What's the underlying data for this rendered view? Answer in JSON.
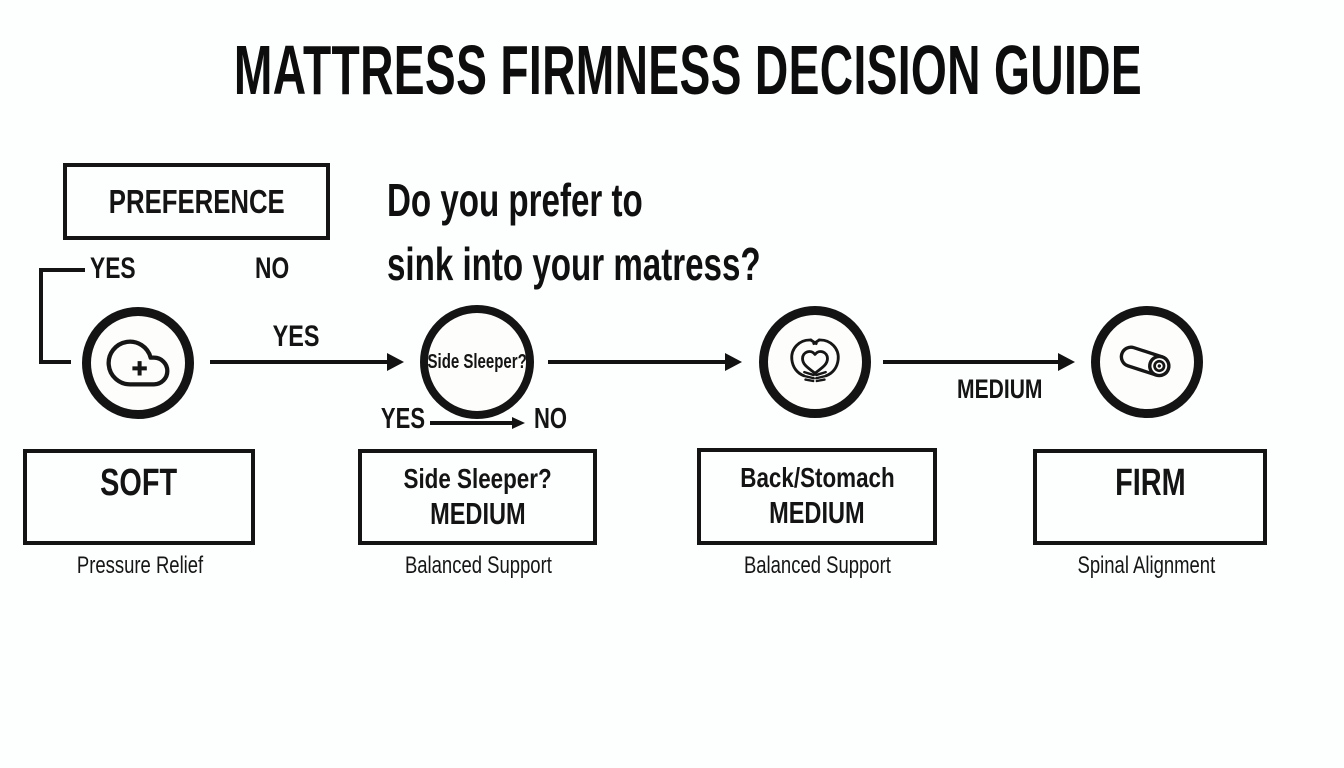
{
  "title": "MATTRESS FIRMNESS DECISION GUIDE",
  "question_line1": "Do you prefer to",
  "question_line2": "sink into your matress?",
  "preference_box": {
    "label": "PREFERENCE"
  },
  "branch_labels": {
    "yes": "YES",
    "no": "NO"
  },
  "flow": {
    "arrow1_label": "YES",
    "arrow3_label": "MEDIUM",
    "mini_branch": {
      "yes": "YES",
      "no": "NO"
    },
    "nodes": [
      {
        "icon": "cloud-plus-icon",
        "label": ""
      },
      {
        "icon": "",
        "label": "Side Sleeper?"
      },
      {
        "icon": "hands-heart-icon",
        "label": ""
      },
      {
        "icon": "mattress-roll-icon",
        "label": ""
      }
    ]
  },
  "outcomes": [
    {
      "line1": "SOFT",
      "line2": "",
      "caption": "Pressure Relief"
    },
    {
      "line1": "Side Sleeper?",
      "line2": "MEDIUM",
      "caption": "Balanced Support"
    },
    {
      "line1": "Back/Stomach",
      "line2": "MEDIUM",
      "caption": "Balanced Support"
    },
    {
      "line1": "FIRM",
      "line2": "",
      "caption": "Spinal Alignment"
    }
  ],
  "colors": {
    "ink": "#141414",
    "background": "#fdfefe"
  }
}
